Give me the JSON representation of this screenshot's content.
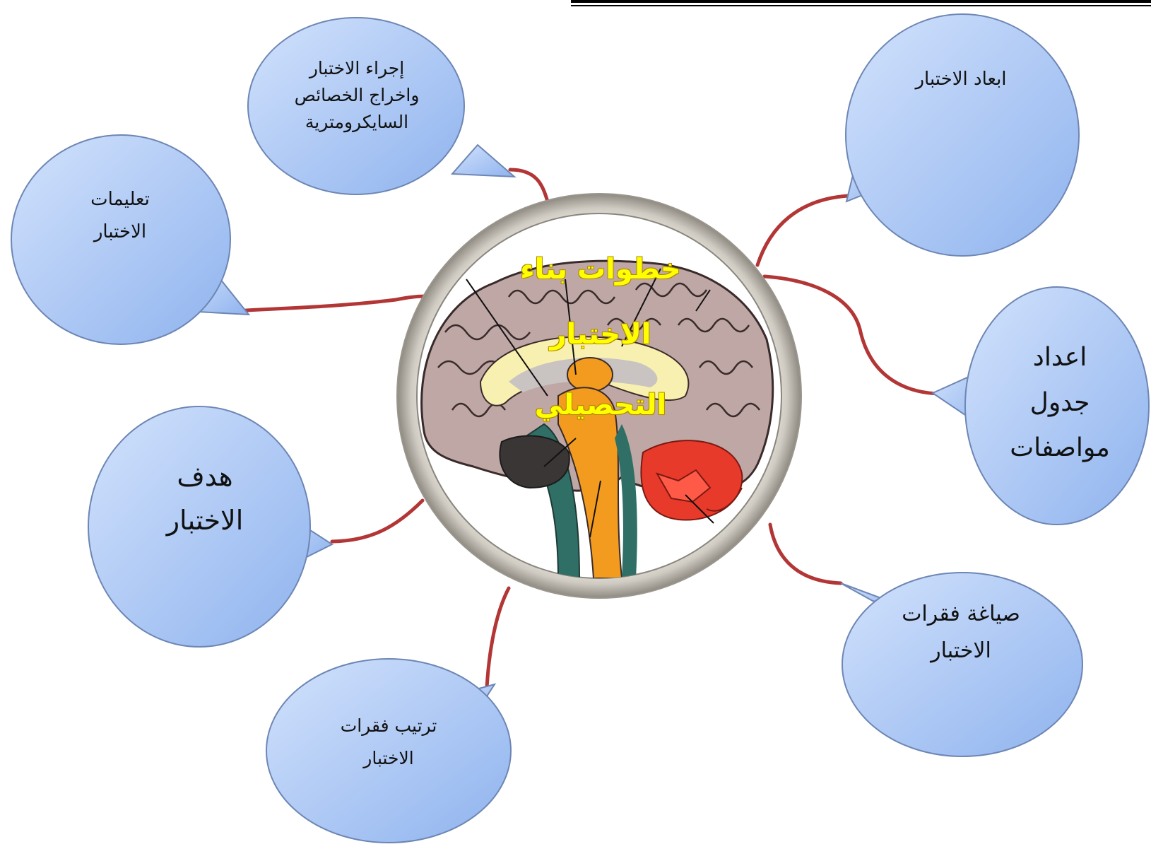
{
  "center": {
    "lines": [
      "خطوات بناء",
      "الاختبار",
      "التحصيلي"
    ]
  },
  "nodes": {
    "procedure": {
      "lines": [
        "إجراء الاختبار",
        "واخراج الخصائص",
        "السايكرومترية"
      ]
    },
    "dimensions": {
      "lines": [
        "ابعاد الاختبار"
      ]
    },
    "instructions": {
      "lines": [
        "تعليمات",
        "الاختبار"
      ]
    },
    "specifications": {
      "lines": [
        "اعداد",
        "جدول",
        "مواصفات"
      ]
    },
    "goal": {
      "lines": [
        "هدف",
        "الاختبار"
      ]
    },
    "formulation": {
      "lines": [
        "صياغة فقرات",
        "الاختبار"
      ]
    },
    "ordering": {
      "lines": [
        "ترتيب فقرات",
        "الاختبار"
      ]
    }
  },
  "colors": {
    "bubble_fill_light": "#c9dcfb",
    "bubble_fill_dark": "#94b6ee",
    "bubble_stroke": "#6d86b4",
    "connector": "#b33636",
    "title_text": "#ffff00",
    "rule": "#000000"
  }
}
